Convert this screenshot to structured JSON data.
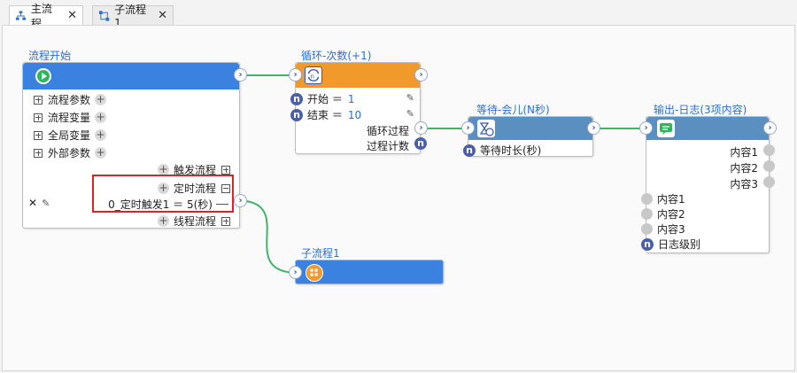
{
  "tabs": [
    {
      "label": "主流程",
      "close": "✕",
      "active": true
    },
    {
      "label": "子流程1",
      "close": "✕",
      "active": false
    }
  ],
  "colors": {
    "start_head": "#3b82e0",
    "loop_head": "#ef9a2a",
    "wait_head": "#5b8fbf",
    "log_head": "#5b8fbf",
    "sub_head": "#3b82e0",
    "link": "#3fb36a",
    "highlight": "#d9232d"
  },
  "nodes": {
    "start": {
      "title": "流程开始",
      "params": [
        "流程参数",
        "流程变量",
        "全局变量",
        "外部参数"
      ],
      "triggers": {
        "t1": "触发流程",
        "t2": "定时流程",
        "t3": "线程流程"
      },
      "timer_item": "0_定时触发1 ＝ 5(秒)",
      "delete_icon": "✕",
      "edit_icon": "✎"
    },
    "loop": {
      "title": "循环-次数(+1)",
      "start_label": "开始 ＝",
      "start_value": "1",
      "end_label": "结束 ＝",
      "end_value": "10",
      "out1": "循环过程",
      "out2": "过程计数"
    },
    "wait": {
      "title": "等待-会儿(N秒)",
      "param": "等待时长(秒)"
    },
    "log": {
      "title": "输出-日志(3项内容)",
      "outs": [
        "内容1",
        "内容2",
        "内容3"
      ],
      "ins": [
        "内容1",
        "内容2",
        "内容3",
        "日志级别"
      ]
    },
    "sub": {
      "title": "子流程1"
    }
  },
  "glyphs": {
    "n": "n",
    "arrow": "›",
    "plus": "+"
  }
}
